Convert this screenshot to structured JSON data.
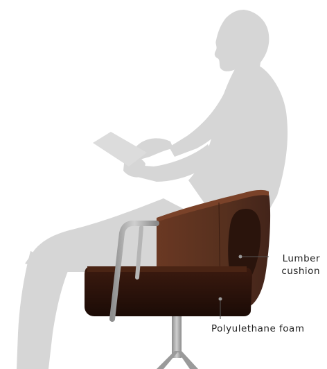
{
  "callouts": {
    "lumbar_line1": "Lumber",
    "lumbar_line2": "cushion",
    "foam": "Polyulethane foam"
  },
  "colors": {
    "silhouette": "#d6d6d6",
    "upholstery": "#5a2f1c",
    "upholstery_dark": "#3d1e12",
    "cushion": "#2a140c",
    "seat_front": "#1f0d07",
    "metal": "#a9a9a9",
    "leader": "#555555"
  }
}
